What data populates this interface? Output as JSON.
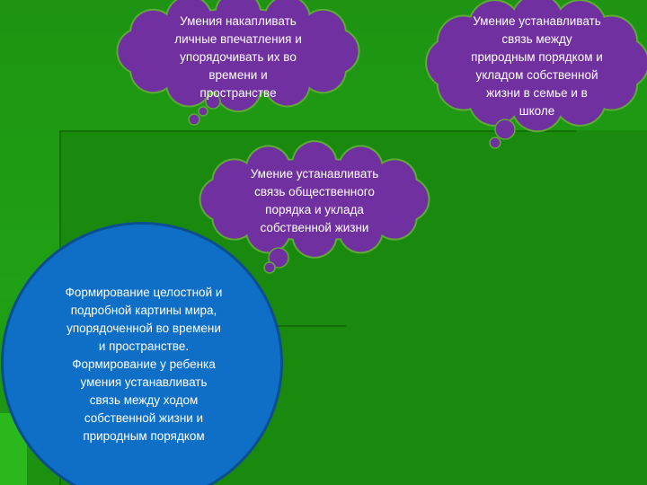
{
  "colors": {
    "background": "#1f9a12",
    "background_dark": "#17800c",
    "panel": "#19870e",
    "cloud_fill": "#7030a0",
    "cloud_stroke": "#5fa83a",
    "circle_fill": "#0f6fc6",
    "circle_stroke": "#0b4f8f",
    "text": "#ffffff"
  },
  "clouds": [
    {
      "id": "cloud-left",
      "text": "Умения накапливать\nличные впечатления и\nупорядочивать их во\nвремени и\nпространстве"
    },
    {
      "id": "cloud-right",
      "text": "Умение устанавливать\nсвязь между\nприродным порядком и\nукладом собственной\nжизни в семье и в\nшколе"
    },
    {
      "id": "cloud-center",
      "text": "Умение устанавливать\nсвязь общественного\nпорядка и уклада\nсобственной жизни"
    }
  ],
  "circle": {
    "text": "Формирование целостной и\nподробной картины мира,\nупорядоченной во времени\nи пространстве.\nФормирование у ребенка\nумения устанавливать\nсвязь между ходом\nсобственной жизни и\nприродным порядком"
  }
}
